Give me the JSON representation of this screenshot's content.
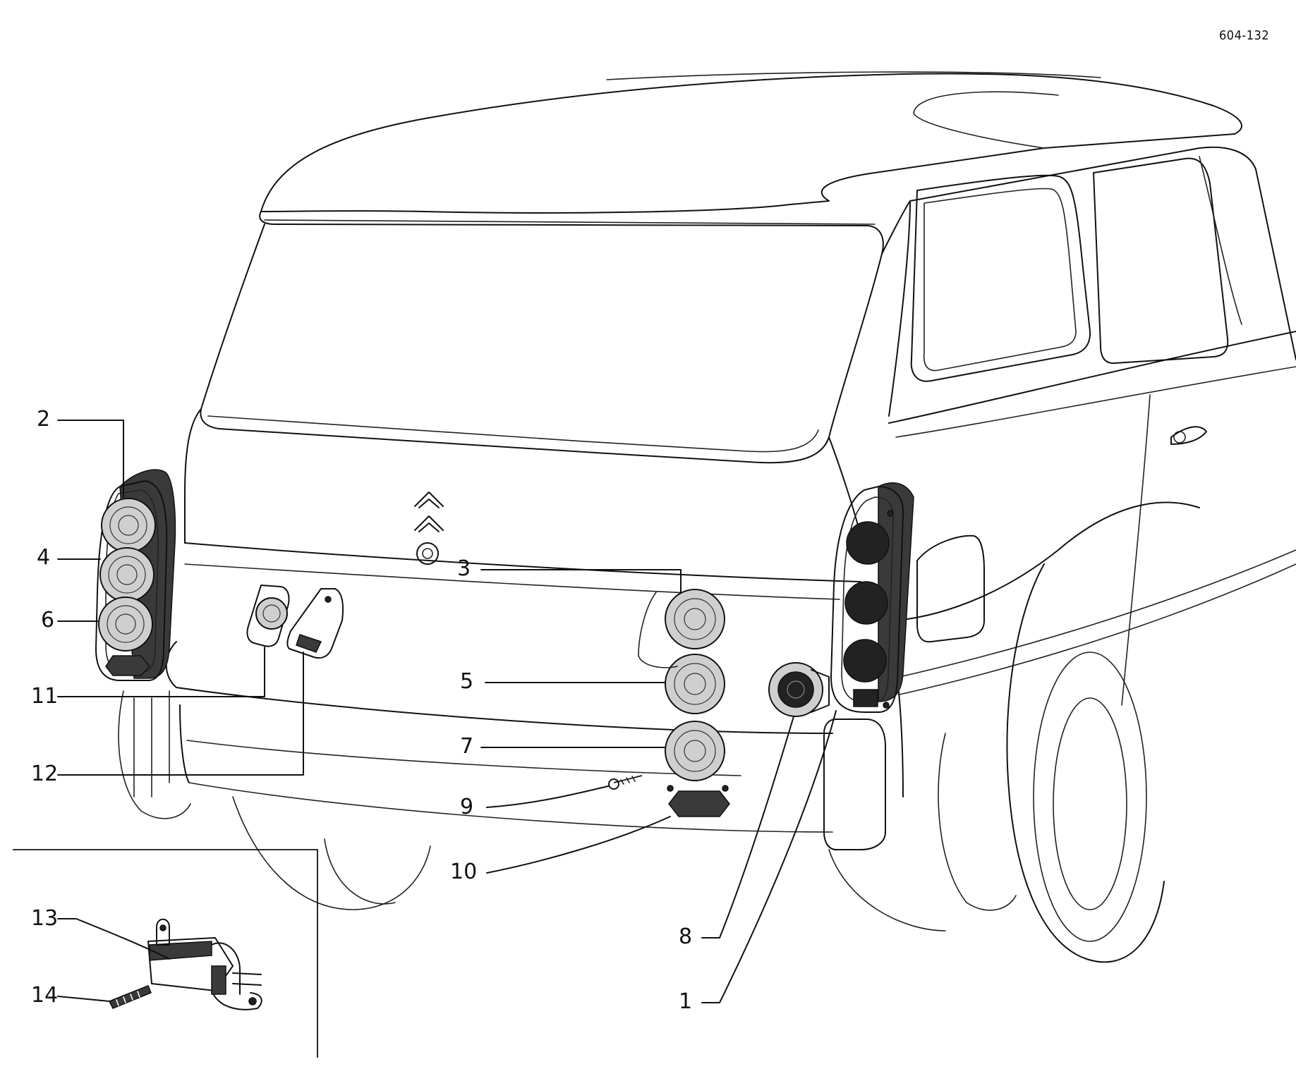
{
  "drawing_code": "604-132",
  "callouts": [
    {
      "id": "1",
      "label": "1"
    },
    {
      "id": "2",
      "label": "2"
    },
    {
      "id": "3",
      "label": "3"
    },
    {
      "id": "4",
      "label": "4"
    },
    {
      "id": "5",
      "label": "5"
    },
    {
      "id": "6",
      "label": "6"
    },
    {
      "id": "7",
      "label": "7"
    },
    {
      "id": "8",
      "label": "8"
    },
    {
      "id": "9",
      "label": "9"
    },
    {
      "id": "10",
      "label": "10"
    },
    {
      "id": "11",
      "label": "11"
    },
    {
      "id": "12",
      "label": "12"
    },
    {
      "id": "13",
      "label": "13"
    },
    {
      "id": "14",
      "label": "14"
    }
  ]
}
